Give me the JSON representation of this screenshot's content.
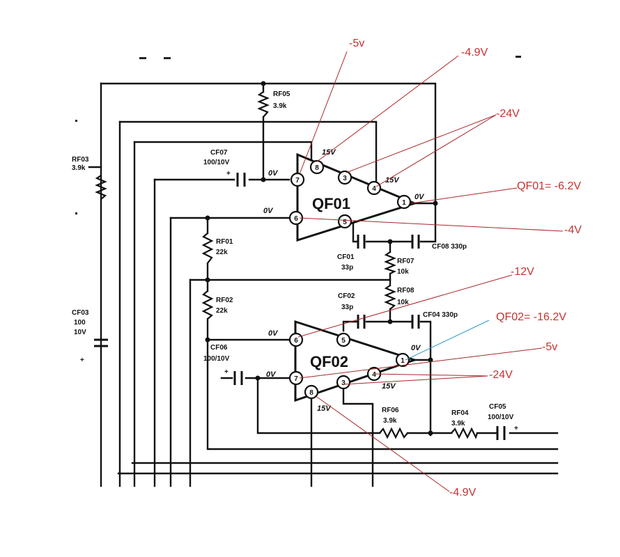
{
  "components": {
    "ic_top": "QF01",
    "ic_bottom": "QF02",
    "rf05": [
      "RF05",
      "3.9k"
    ],
    "rf03": [
      "RF03",
      "3.9k"
    ],
    "rf01": [
      "RF01",
      "22k"
    ],
    "rf02": [
      "RF02",
      "22k"
    ],
    "rf07": [
      "RF07",
      "10k"
    ],
    "rf08": [
      "RF08",
      "10k"
    ],
    "rf06": [
      "RF06",
      "3.9k"
    ],
    "rf04": [
      "RF04",
      "3.9k"
    ],
    "cf07": [
      "CF07",
      "100/10V"
    ],
    "cf06": [
      "CF06",
      "100/10V"
    ],
    "cf05": [
      "CF05",
      "100/10V"
    ],
    "cf03": [
      "CF03",
      "100",
      "10V"
    ],
    "cf01": [
      "CF01",
      "33p"
    ],
    "cf02": [
      "CF02",
      "33p"
    ],
    "cf08": "CF08 330p",
    "cf04": "CF04 330p"
  },
  "schematic_marks": {
    "zero_volt": "0V",
    "fifteen_volt": "15V",
    "plus": "+"
  },
  "pins_top": [
    "8",
    "3",
    "4",
    "1",
    "6",
    "5",
    "7"
  ],
  "pins_bottom": [
    "6",
    "5",
    "1",
    "7",
    "3",
    "4",
    "8"
  ],
  "annotations": {
    "a1": "-5v",
    "a2": "-4.9V",
    "a3": "-24V",
    "a4": "QF01= -6.2V",
    "a5": "-4V",
    "a6": "-12V",
    "a7": "QF02= -16.2V",
    "a8": "-5v",
    "a9": "-24V",
    "a10": "-4.9V"
  },
  "colors": {
    "ink": "#111111",
    "annotation": "#c8312f",
    "leader": "#a8262a",
    "leader_alt": "#2b9ac2"
  }
}
